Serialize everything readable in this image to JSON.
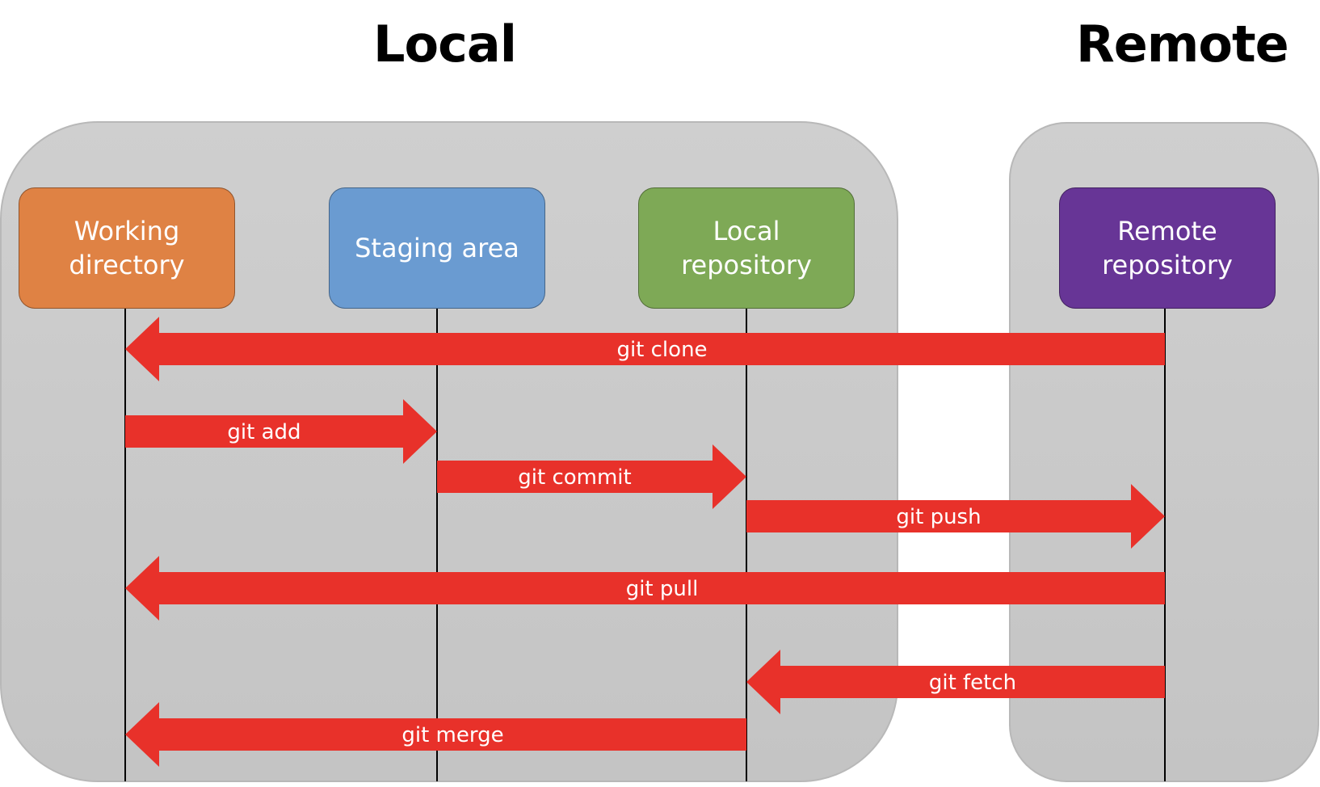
{
  "titles": {
    "local": "Local",
    "remote": "Remote"
  },
  "colors": {
    "panel": "#c9c9c9",
    "panel_border": "#b8b8b8",
    "arrow": "#e8312a",
    "lifeline": "#000000"
  },
  "nodes": [
    {
      "id": "working",
      "label": "Working\ndirectory",
      "color": "#df8244"
    },
    {
      "id": "staging",
      "label": "Staging area",
      "color": "#6a9bd1"
    },
    {
      "id": "local",
      "label": "Local\nrepository",
      "color": "#7ea956"
    },
    {
      "id": "remote",
      "label": "Remote\nrepository",
      "color": "#673596"
    }
  ],
  "arrows": [
    {
      "label": "git clone",
      "from": "remote",
      "to": "working"
    },
    {
      "label": "git add",
      "from": "working",
      "to": "staging"
    },
    {
      "label": "git commit",
      "from": "staging",
      "to": "local"
    },
    {
      "label": "git push",
      "from": "local",
      "to": "remote"
    },
    {
      "label": "git pull",
      "from": "remote",
      "to": "working"
    },
    {
      "label": "git fetch",
      "from": "remote",
      "to": "local"
    },
    {
      "label": "git merge",
      "from": "local",
      "to": "working"
    }
  ]
}
